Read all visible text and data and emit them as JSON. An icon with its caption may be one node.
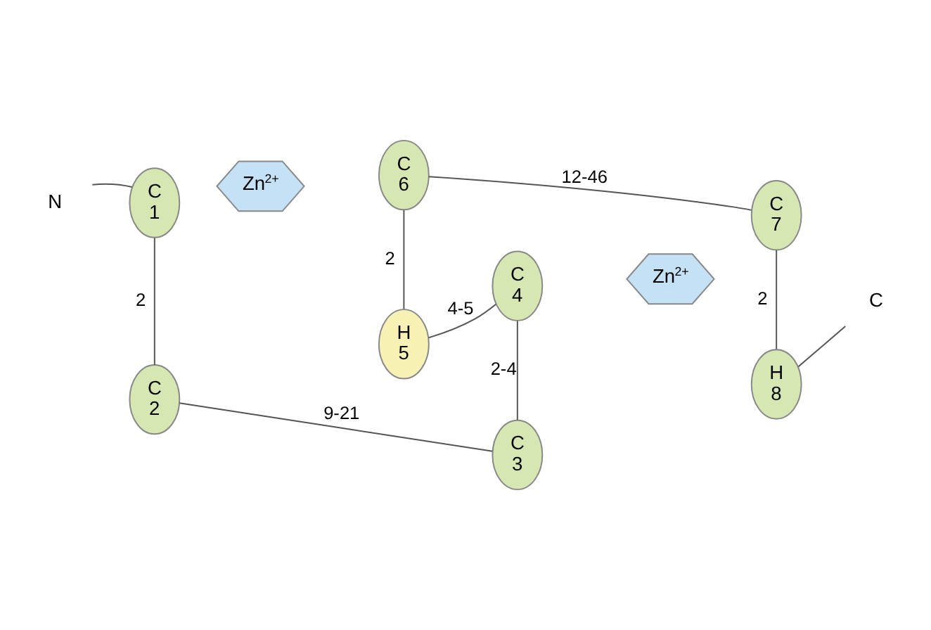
{
  "diagram": {
    "nodes": [
      {
        "text": [
          "N"
        ]
      },
      {
        "text": [
          "C 1"
        ]
      },
      {
        "text": [
          "C 6"
        ]
      },
      {
        "text": [
          "C 4"
        ]
      },
      {
        "text": [
          "C 7"
        ]
      },
      {
        "text": [
          "Zn$^{2+}$"
        ]
      },
      {
        "text": [
          "Zn$^{2+}$"
        ]
      },
      {
        "text": [
          "C 2"
        ]
      },
      {
        "text": [
          "H 5"
        ]
      },
      {
        "text": [
          "C 3"
        ]
      },
      {
        "text": [
          "H 8"
        ]
      },
      {
        "text": [
          "C"
        ]
      }
    ],
    "edges": [
      {
        "from": 0,
        "to": 1,
        "arrow": "none"
      },
      {
        "from": 1,
        "to": 7,
        "arrow": "none",
        "label": "2"
      },
      {
        "from": 2,
        "to": 8,
        "arrow": "none",
        "label": "2"
      },
      {
        "from": 2,
        "to": 4,
        "arrow": "none",
        "label": "12-46"
      },
      {
        "from": 8,
        "to": 3,
        "arrow": "none",
        "label": "4-5"
      },
      {
        "from": 3,
        "to": 9,
        "arrow": "none",
        "label": "2-4"
      },
      {
        "from": 4,
        "to": 10,
        "arrow": "none",
        "label": "2"
      },
      {
        "from": 7,
        "to": 9,
        "arrow": "none",
        "label": "9-21"
      },
      {
        "from": 10,
        "to": 11,
        "arrow": "none"
      }
    ]
  }
}
